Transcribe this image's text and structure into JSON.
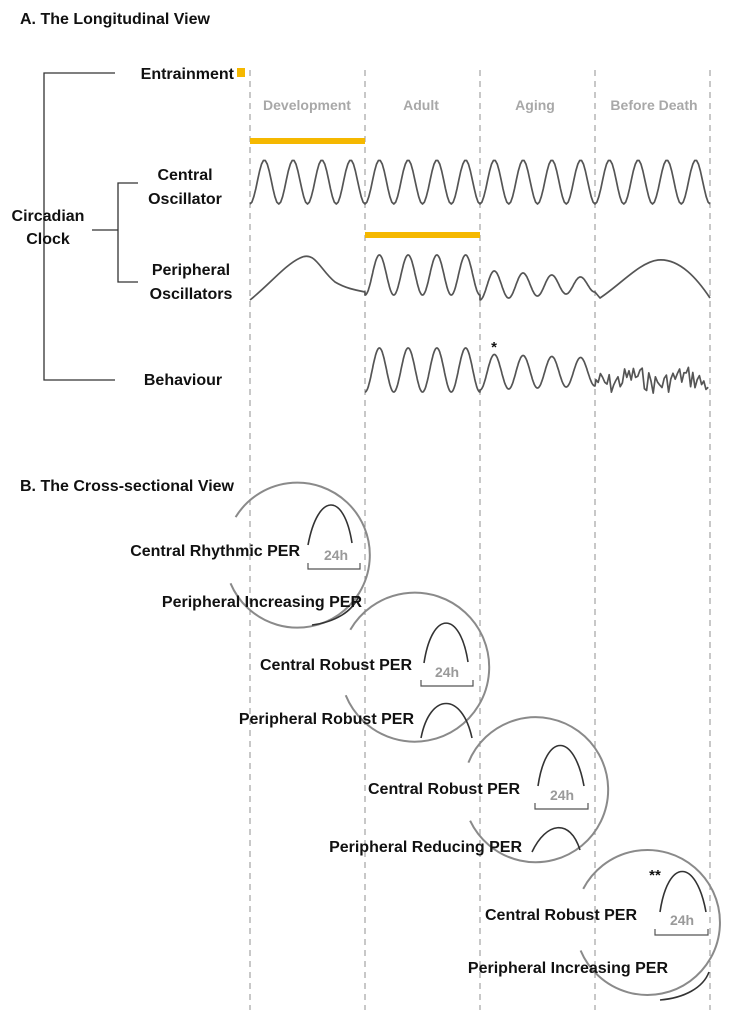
{
  "panel_a": {
    "title": "A. The Longitudinal View",
    "stages": [
      "Development",
      "Adult",
      "Aging",
      "Before Death"
    ],
    "labels": {
      "entrainment": "Entrainment",
      "circadian_1": "Circadian",
      "circadian_2": "Clock",
      "central_1": "Central",
      "central_2": "Oscillator",
      "peripheral_1": "Peripheral",
      "peripheral_2": "Oscillators",
      "behaviour": "Behaviour"
    },
    "asterisk": "*",
    "colors": {
      "entrainment": "#f5b800",
      "wave": "#555555",
      "stage_text": "#a8a8a8"
    }
  },
  "panel_b": {
    "title": "B. The Cross-sectional View",
    "period_label": "24h",
    "circles": [
      {
        "central": "Central Rhythmic PER",
        "peripheral": "Peripheral Increasing PER",
        "mark": ""
      },
      {
        "central": "Central Robust PER",
        "peripheral": "Peripheral Robust PER",
        "mark": ""
      },
      {
        "central": "Central Robust PER",
        "peripheral": "Peripheral Reducing PER",
        "mark": ""
      },
      {
        "central": "Central Robust PER",
        "peripheral": "Peripheral Increasing PER",
        "mark": "**"
      }
    ]
  }
}
